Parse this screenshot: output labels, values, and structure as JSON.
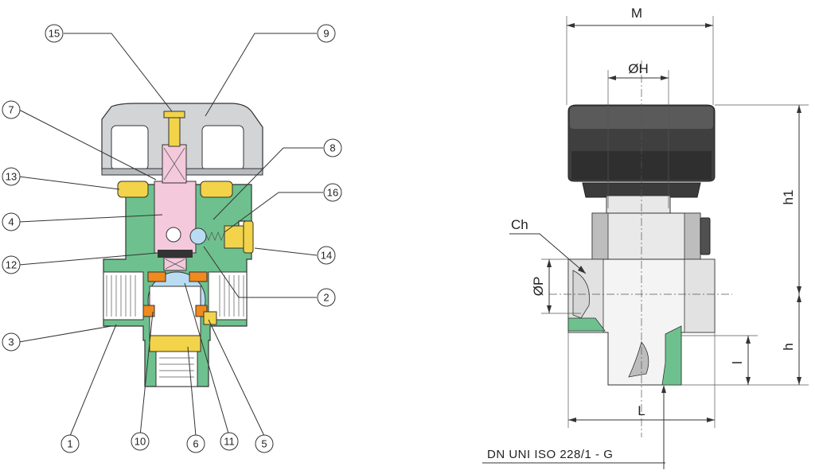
{
  "colors": {
    "body_green": "#6ec18e",
    "handle_gray": "#d2d4d6",
    "handle_gray_dark": "#9a9d9f",
    "brass_yellow": "#f2d34a",
    "stem_pink": "#f4c9dc",
    "seal_orange": "#f08a1e",
    "ball_blue": "#b9dcf2",
    "metal_white": "#ffffff",
    "line_dark": "#333333"
  },
  "callouts": [
    {
      "id": "c1",
      "label": "1"
    },
    {
      "id": "c2",
      "label": "2"
    },
    {
      "id": "c3",
      "label": "3"
    },
    {
      "id": "c4",
      "label": "4"
    },
    {
      "id": "c5",
      "label": "5"
    },
    {
      "id": "c6",
      "label": "6"
    },
    {
      "id": "c7",
      "label": "7"
    },
    {
      "id": "c8",
      "label": "8"
    },
    {
      "id": "c9",
      "label": "9"
    },
    {
      "id": "c10",
      "label": "10"
    },
    {
      "id": "c11",
      "label": "11"
    },
    {
      "id": "c12",
      "label": "12"
    },
    {
      "id": "c13",
      "label": "13"
    },
    {
      "id": "c14",
      "label": "14"
    },
    {
      "id": "c15",
      "label": "15"
    },
    {
      "id": "c16",
      "label": "16"
    }
  ],
  "dimensions": {
    "M": "M",
    "H": "ØH",
    "h1": "h1",
    "Ch": "Ch",
    "P": "ØP",
    "h": "h",
    "l": "l",
    "L": "L"
  },
  "spec": "DN UNI ISO 228/1 - G"
}
